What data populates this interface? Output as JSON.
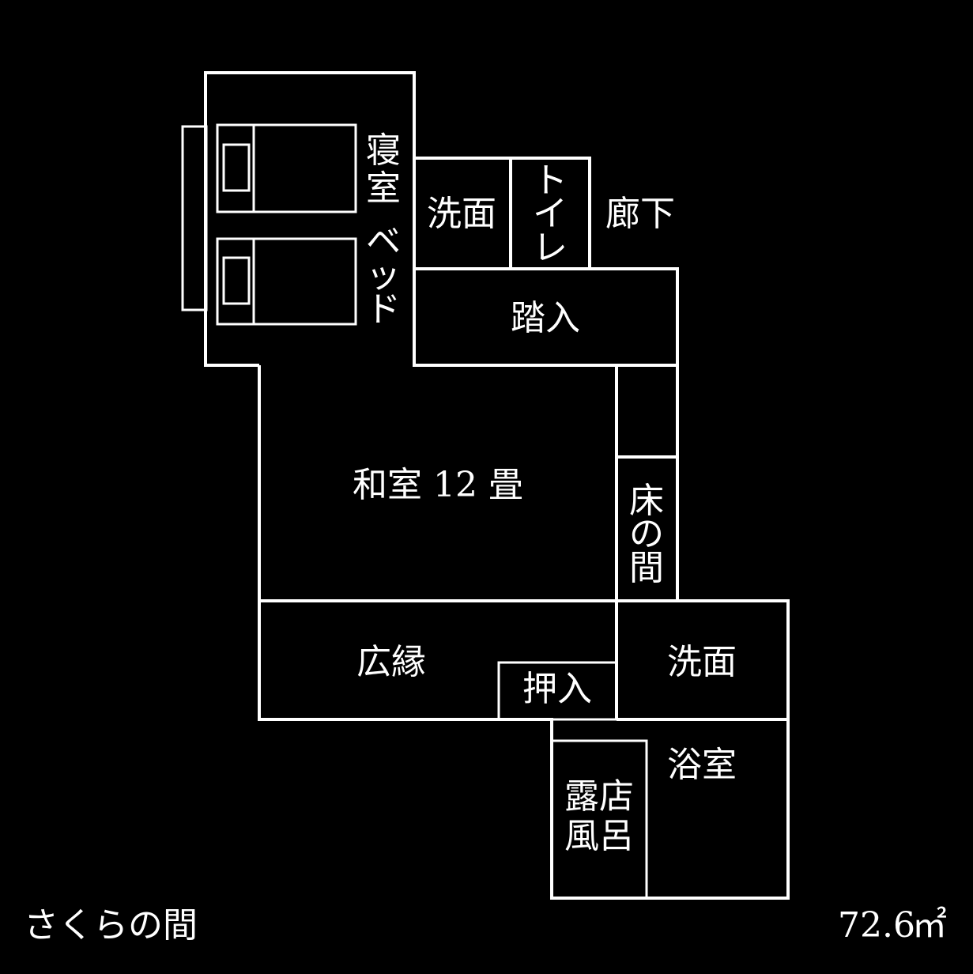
{
  "floor_plan": {
    "rooms": {
      "bedroom": "寝室",
      "bed": "ベッド",
      "washroom_top": "洗面",
      "toilet": "トイレ",
      "corridor": "廊下",
      "entrance": "踏入",
      "washitsu": "和室 12 畳",
      "tokonoma": "床の間",
      "hiroen": "広縁",
      "oshiire": "押入",
      "washroom_bottom": "洗面",
      "bathroom": "浴室",
      "rotenburo_line1": "露店",
      "rotenburo_line2": "風呂"
    },
    "room_name": "さくらの間",
    "area_value": "72.6",
    "area_unit": "㎡"
  },
  "colors": {
    "background": "#000000",
    "line": "#ffffff",
    "text": "#ffffff"
  }
}
